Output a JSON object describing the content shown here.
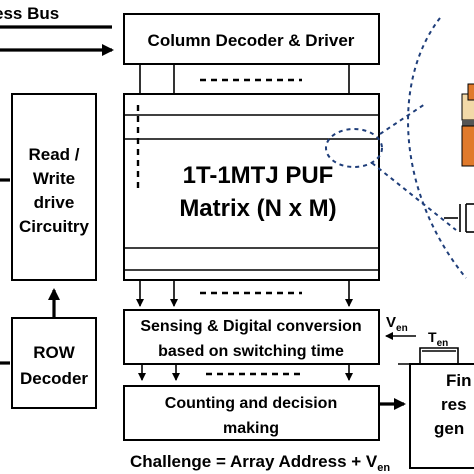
{
  "blocks": {
    "address_bus": "ess Bus",
    "column_decoder": "Column Decoder & Driver",
    "read_write": [
      "Read /",
      "Write",
      "drive",
      "Circuitry"
    ],
    "puf_matrix": [
      "1T-1MTJ PUF",
      "Matrix (N x M)"
    ],
    "row_decoder": [
      "ROW",
      "Decoder"
    ],
    "sensing": [
      "Sensing & Digital conversion",
      "based on switching time"
    ],
    "counting": [
      "Counting and decision",
      "making"
    ],
    "final": [
      "Fin",
      "res",
      "gen"
    ],
    "v_en": "V",
    "v_en_sub": "en",
    "t_en": "T",
    "t_en_sub": "en"
  },
  "caption": {
    "text": "Challenge = Array Address + V",
    "sub": "en"
  },
  "colors": {
    "mtj_orange": "#e07a2c",
    "mtj_beige": "#f2d9a8",
    "zoom_dash": "#1f3e7a"
  }
}
